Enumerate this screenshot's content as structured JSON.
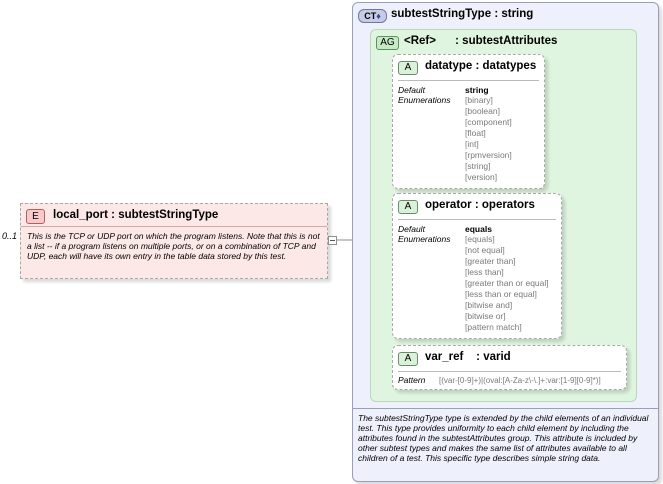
{
  "element": {
    "badge": "E",
    "cardinality": "0..1",
    "name": "local_port",
    "type": "subtestStringType",
    "doc": "This is the TCP or UDP port on which the program listens.  Note that this is not a list -- if a program listens on multiple ports, or on a combination of TCP and UDP, each will have its own entry in the table data stored by this test."
  },
  "complex_type": {
    "badge": "CT",
    "name": "subtestStringType",
    "base": "string",
    "doc": "The subtestStringType type is extended by the child elements of an individual test.  This type provides uniformity to each child element by including the attributes found in the subtestAttributes group.  This attribute is included by other subtest types and makes the same list of attributes available to all children of a test.  This specific type describes simple string data."
  },
  "attr_group": {
    "badge": "AG",
    "ref": "<Ref>",
    "name": "subtestAttributes"
  },
  "attributes": [
    {
      "badge": "A",
      "name": "datatype",
      "type": "datatypes",
      "default_label": "Default",
      "default_value": "string",
      "enum_label": "Enumerations",
      "enums": [
        "[binary]",
        "[boolean]",
        "[component]",
        "[float]",
        "[int]",
        "[rpmversion]",
        "[string]",
        "[version]"
      ]
    },
    {
      "badge": "A",
      "name": "operator",
      "type": "operators",
      "default_label": "Default",
      "default_value": "equals",
      "enum_label": "Enumerations",
      "enums": [
        "[equals]",
        "[not equal]",
        "[greater than]",
        "[less than]",
        "[greater than or equal]",
        "[less than or equal]",
        "[bitwise and]",
        "[bitwise or]",
        "[pattern match]"
      ]
    },
    {
      "badge": "A",
      "name": "var_ref",
      "type": "varid",
      "pattern_label": "Pattern",
      "pattern_value": "[(var-[0-9]+)|(oval:[A-Za-z\\-\\.]+:var:[1-9][0-9]*)]"
    }
  ],
  "colors": {
    "element_fill": "#fde8e8",
    "ct_fill": "#eef1fb",
    "ag_fill": "#dff5df",
    "attr_fill": "#ffffff",
    "border": "#a9a9a9"
  }
}
